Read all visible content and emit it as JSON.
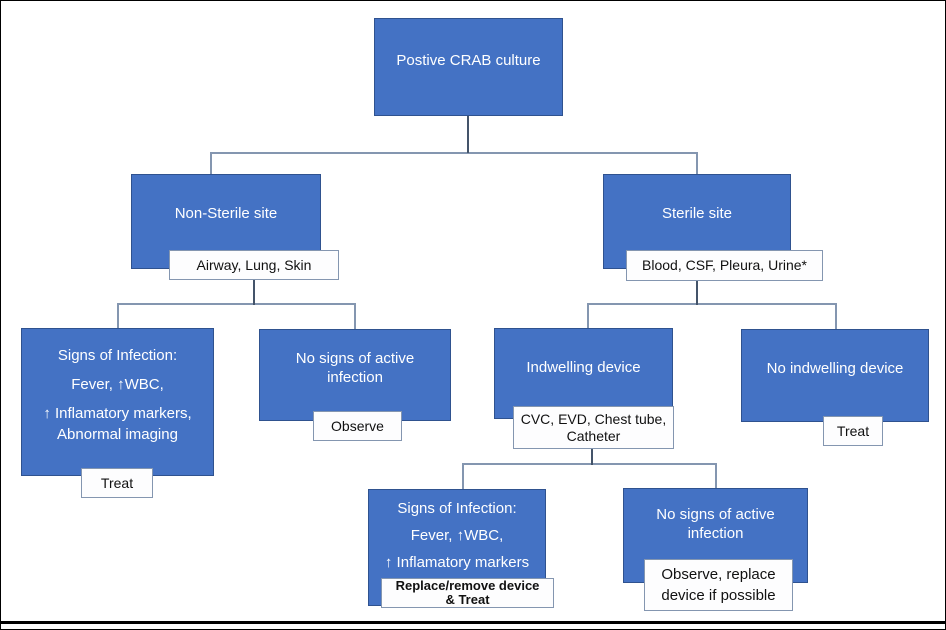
{
  "figure": {
    "title": "CRAB culture decision flowchart",
    "colors": {
      "node_fill": "#4472C4",
      "node_border": "#2F528F",
      "node_text": "#FFFFFF",
      "tag_bg": "#FDFDFE",
      "tag_border": "#8496B0",
      "tag_text": "#111111",
      "stub_line": "#44546A",
      "elbow_line": "#8496B0",
      "frame": "#000000"
    }
  },
  "nodes": {
    "root": {
      "label": "Postive CRAB culture"
    },
    "non_sterile": {
      "label": "Non-Sterile site",
      "tag": "Airway, Lung, Skin"
    },
    "sterile": {
      "label": "Sterile site",
      "tag": "Blood, CSF, Pleura, Urine*"
    },
    "ns_signs": {
      "lines": [
        "Signs of Infection:",
        "Fever, ↑WBC,",
        "↑ Inflamatory markers,",
        "Abnormal imaging"
      ],
      "tag": "Treat"
    },
    "ns_nosigns": {
      "label": "No signs of active infection",
      "tag": "Observe"
    },
    "indwelling": {
      "label": "Indwelling device",
      "tag_lines": [
        "CVC, EVD, Chest tube,",
        "Catheter"
      ]
    },
    "no_indwelling": {
      "label": "No indwelling device",
      "tag": "Treat"
    },
    "dev_signs": {
      "lines": [
        "Signs of Infection:",
        "Fever, ↑WBC,",
        "↑ Inflamatory markers"
      ],
      "tag_lines": [
        "Replace/remove device",
        "& Treat"
      ]
    },
    "dev_nosigns": {
      "label": "No signs of active infection",
      "tag_lines": [
        "Observe, replace",
        "device if possible"
      ]
    }
  }
}
